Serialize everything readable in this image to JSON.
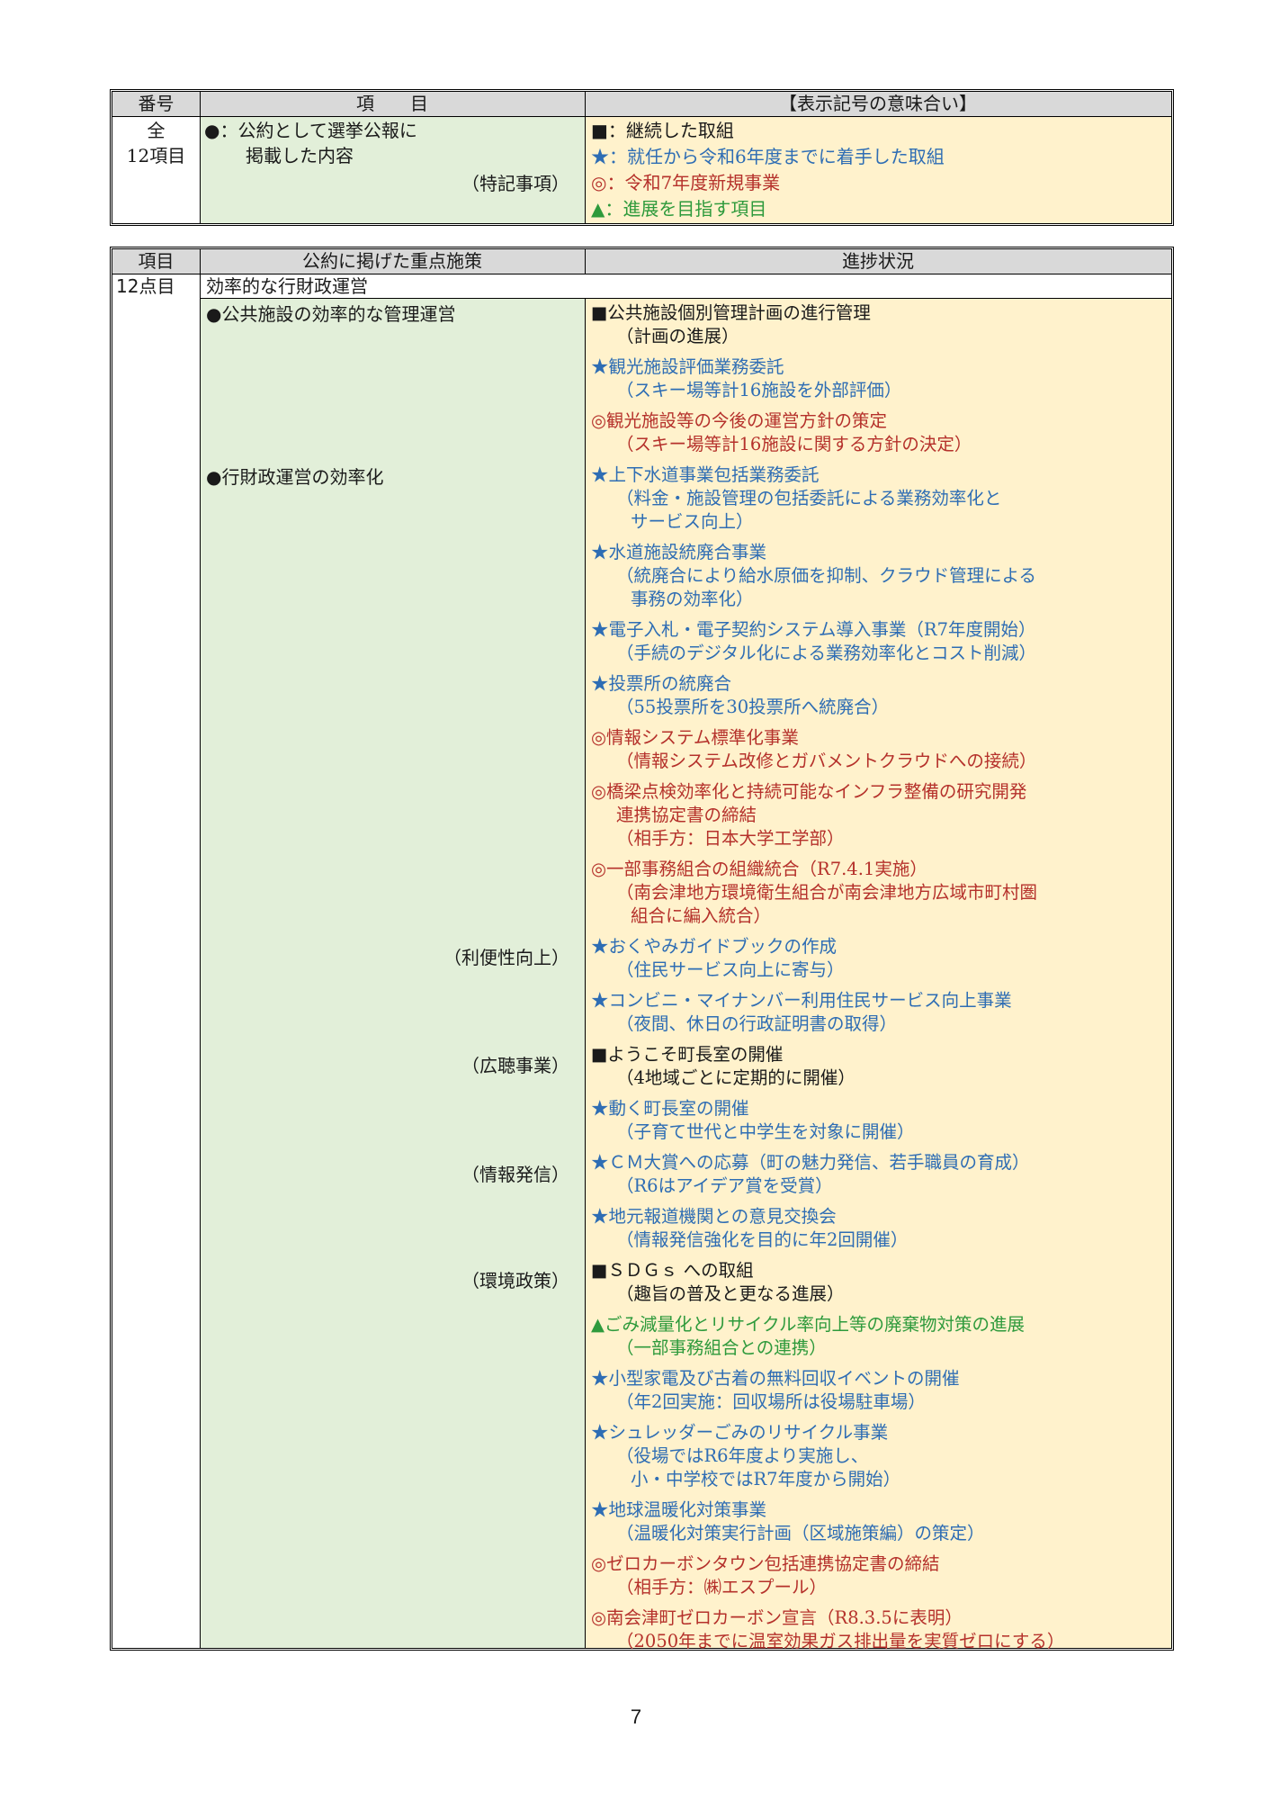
{
  "legend": {
    "headers": [
      "番号",
      "項　　目",
      "【表示記号の意味合い】"
    ],
    "number": [
      "全",
      "12項目"
    ],
    "item_lines": [
      "●：公約として選挙公報に",
      "掲載した内容"
    ],
    "item_note": "（特記事項）",
    "meanings": [
      {
        "text": "■：継続した取組",
        "color": "black"
      },
      {
        "text": "★：就任から令和6年度までに着手した取組",
        "color": "blue"
      },
      {
        "text": "◎：令和7年度新規事業",
        "color": "red"
      },
      {
        "text": "▲：進展を目指す項目",
        "color": "green"
      }
    ]
  },
  "main": {
    "headers": [
      "項目",
      "公約に掲げた重点施策",
      "進捗状況"
    ],
    "item_label": "12点目",
    "item_title": "効率的な行財政運営",
    "policies": [
      "●公共施設の効率的な管理運営",
      "●行財政運営の効率化",
      "（利便性向上）",
      "（広聴事業）",
      "（情報発信）",
      "（環境政策）"
    ],
    "progress": [
      {
        "color": "black",
        "lines": [
          "■公共施設個別管理計画の進行管理",
          "（計画の進展）"
        ]
      },
      {
        "color": "blue",
        "lines": [
          "★観光施設評価業務委託",
          "（スキー場等計16施設を外部評価）"
        ]
      },
      {
        "color": "red",
        "lines": [
          "◎観光施設等の今後の運営方針の策定",
          "（スキー場等計16施設に関する方針の決定）"
        ]
      },
      {
        "color": "blue",
        "lines": [
          "★上下水道事業包括業務委託",
          "（料金・施設管理の包括委託による業務効率化と",
          "サービス向上）"
        ]
      },
      {
        "color": "blue",
        "lines": [
          "★水道施設統廃合事業",
          "（統廃合により給水原価を抑制、クラウド管理による",
          "事務の効率化）"
        ]
      },
      {
        "color": "blue",
        "lines": [
          "★電子入札・電子契約システム導入事業（R7年度開始）",
          "（手続のデジタル化による業務効率化とコスト削減）"
        ]
      },
      {
        "color": "blue",
        "lines": [
          "★投票所の統廃合",
          "（55投票所を30投票所へ統廃合）"
        ]
      },
      {
        "color": "red",
        "lines": [
          "◎情報システム標準化事業",
          "（情報システム改修とガバメントクラウドへの接続）"
        ]
      },
      {
        "color": "red",
        "lines": [
          "◎橋梁点検効率化と持続可能なインフラ整備の研究開発",
          "連携協定書の締結",
          "（相手方：日本大学工学部）"
        ]
      },
      {
        "color": "red",
        "lines": [
          "◎一部事務組合の組織統合（R7.4.1実施）",
          "（南会津地方環境衛生組合が南会津地方広域市町村圏",
          "組合に編入統合）"
        ]
      },
      {
        "color": "blue",
        "lines": [
          "★おくやみガイドブックの作成",
          "（住民サービス向上に寄与）"
        ]
      },
      {
        "color": "blue",
        "lines": [
          "★コンビニ・マイナンバー利用住民サービス向上事業",
          "（夜間、休日の行政証明書の取得）"
        ]
      },
      {
        "color": "black",
        "lines": [
          "■ようこそ町長室の開催",
          "（4地域ごとに定期的に開催）"
        ]
      },
      {
        "color": "blue",
        "lines": [
          "★動く町長室の開催",
          "（子育て世代と中学生を対象に開催）"
        ]
      },
      {
        "color": "blue",
        "lines": [
          "★ＣＭ大賞への応募（町の魅力発信、若手職員の育成）",
          "（R6はアイデア賞を受賞）"
        ]
      },
      {
        "color": "blue",
        "lines": [
          "★地元報道機関との意見交換会",
          "（情報発信強化を目的に年2回開催）"
        ]
      },
      {
        "color": "black",
        "lines": [
          "■ＳＤＧｓ への取組",
          "（趣旨の普及と更なる進展）"
        ]
      },
      {
        "color": "green",
        "lines": [
          "▲ごみ減量化とリサイクル率向上等の廃棄物対策の進展",
          "（一部事務組合との連携）"
        ]
      },
      {
        "color": "blue",
        "lines": [
          "★小型家電及び古着の無料回収イベントの開催",
          "（年2回実施：回収場所は役場駐車場）"
        ]
      },
      {
        "color": "blue",
        "lines": [
          "★シュレッダーごみのリサイクル事業",
          "（役場ではR6年度より実施し、",
          "小・中学校ではR7年度から開始）"
        ]
      },
      {
        "color": "blue",
        "lines": [
          "★地球温暖化対策事業",
          "（温暖化対策実行計画（区域施策編）の策定）"
        ]
      },
      {
        "color": "red",
        "lines": [
          "◎ゼロカーボンタウン包括連携協定書の締結",
          "（相手方：㈱エスプール）"
        ]
      },
      {
        "color": "red",
        "lines": [
          "◎南会津町ゼロカーボン宣言（R8.3.5に表明）",
          "（2050年までに温室効果ガス排出量を実質ゼロにする）"
        ]
      }
    ]
  },
  "page_number": "7",
  "colors": {
    "header_bg": "#d9d9d9",
    "policy_bg": "#e2efd9",
    "progress_bg": "#fff2cc",
    "black": "#1a1a1a",
    "blue": "#2e6db4",
    "red": "#b5312b",
    "green": "#2e9a3c"
  }
}
